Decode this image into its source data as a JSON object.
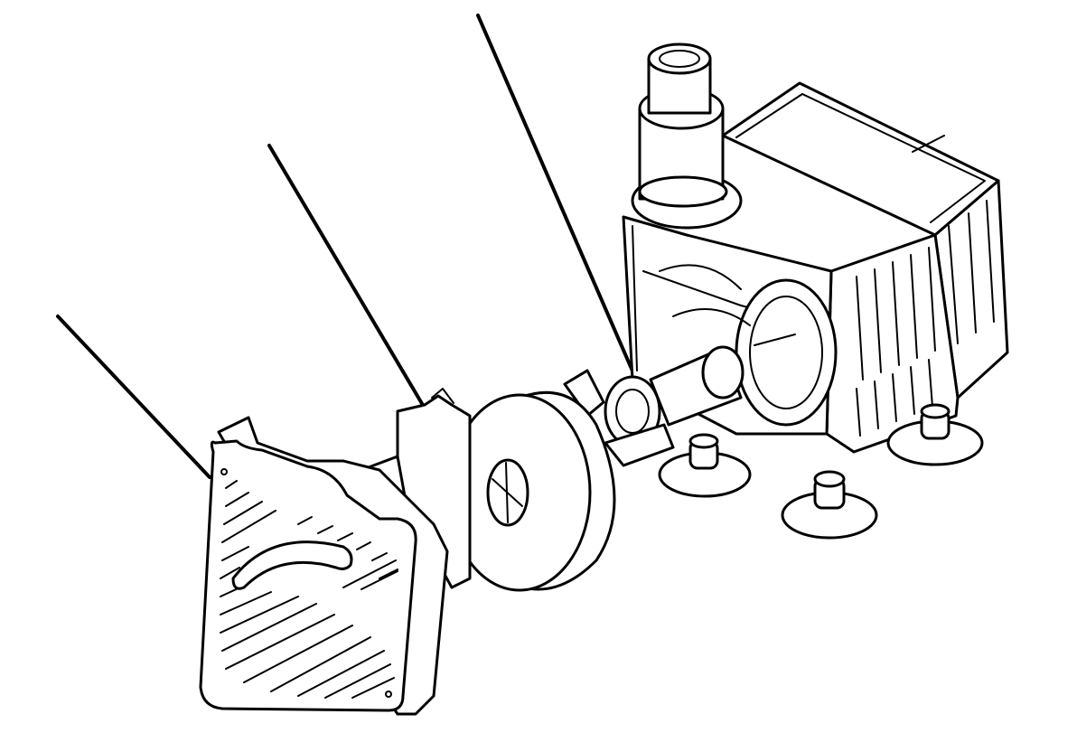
{
  "diagram": {
    "parts": [
      {
        "id": "front-grille-cover",
        "icon": "grille-cover-icon"
      },
      {
        "id": "impeller-cover-plate",
        "icon": "cover-plate-icon"
      },
      {
        "id": "sponge-filter",
        "icon": "sponge-filter-icon"
      },
      {
        "id": "impeller-shaft",
        "icon": "impeller-icon"
      },
      {
        "id": "pump-motor-body",
        "icon": "pump-body-icon"
      },
      {
        "id": "outlet-nozzle",
        "icon": "nozzle-icon"
      },
      {
        "id": "suction-cup-left",
        "icon": "suction-cup-icon"
      },
      {
        "id": "suction-cup-middle",
        "icon": "suction-cup-icon"
      },
      {
        "id": "suction-cup-right",
        "icon": "suction-cup-icon"
      }
    ],
    "leader_line_count": 3,
    "colors": {
      "ink": "#000000",
      "paper": "#ffffff"
    }
  }
}
